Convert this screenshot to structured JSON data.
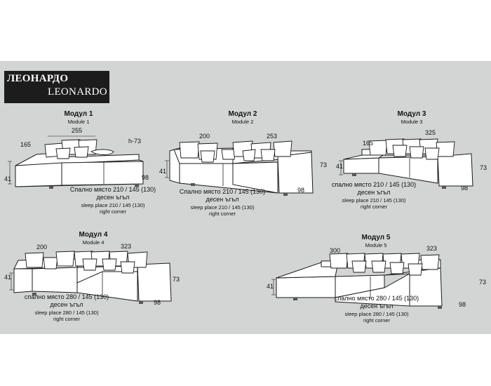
{
  "brand": {
    "bg": "ЛЕОНАРДО",
    "latin": "LEONARDO"
  },
  "modules": [
    {
      "title": "Модул 1",
      "subtitle": "Module 1",
      "dims": {
        "a": "165",
        "b": "255",
        "c": "h-73",
        "d": "41",
        "e": "98"
      },
      "caption": {
        "bg_sleep": "Спално място  210 / 145 (130)",
        "bg_corner": "десен ъгъл",
        "en_sleep": "sleep place  210 / 145 (130)",
        "en_corner": "right corner"
      }
    },
    {
      "title": "Модул 2",
      "subtitle": "Module 2",
      "dims": {
        "a": "200",
        "b": "253",
        "c": "73",
        "d": "41",
        "e": "98"
      },
      "caption": {
        "bg_sleep": "Спално място 210 / 145 (130)",
        "bg_corner": "десен ъгъл",
        "en_sleep": "sleep place 210 / 145 (130)",
        "en_corner": "right corner"
      }
    },
    {
      "title": "Модул 3",
      "subtitle": "Module 3",
      "dims": {
        "a": "165",
        "b": "325",
        "c": "73",
        "d": "41",
        "e": "98"
      },
      "caption": {
        "bg_sleep": "спално място 210 / 145 (130)",
        "bg_corner": "десен ъгъл",
        "en_sleep": "sleep place 210 / 145 (130)",
        "en_corner": "right corner"
      }
    },
    {
      "title": "Модул 4",
      "subtitle": "Module 4",
      "dims": {
        "a": "200",
        "b": "323",
        "c": "73",
        "d": "41",
        "e": "98"
      },
      "caption": {
        "bg_sleep": "спално място 280 / 145 (130)",
        "bg_corner": "десен ъгъл",
        "en_sleep": "sleep place 280 / 145 (130)",
        "en_corner": "right corner"
      }
    },
    {
      "title": "Модул 5",
      "subtitle": "Module 5",
      "dims": {
        "a": "300",
        "b": "323",
        "c": "73",
        "d": "41",
        "e": "98"
      },
      "caption": {
        "bg_sleep": "спално място 280 / 145 (130)",
        "bg_corner": "десен ъгъл",
        "en_sleep": "sleep place 280 / 145 (130)",
        "en_corner": "right corner"
      }
    }
  ],
  "colors": {
    "panel": "#d3d4d4",
    "brand_bg": "#1c1c1c",
    "outline": "#1a1a1a"
  }
}
